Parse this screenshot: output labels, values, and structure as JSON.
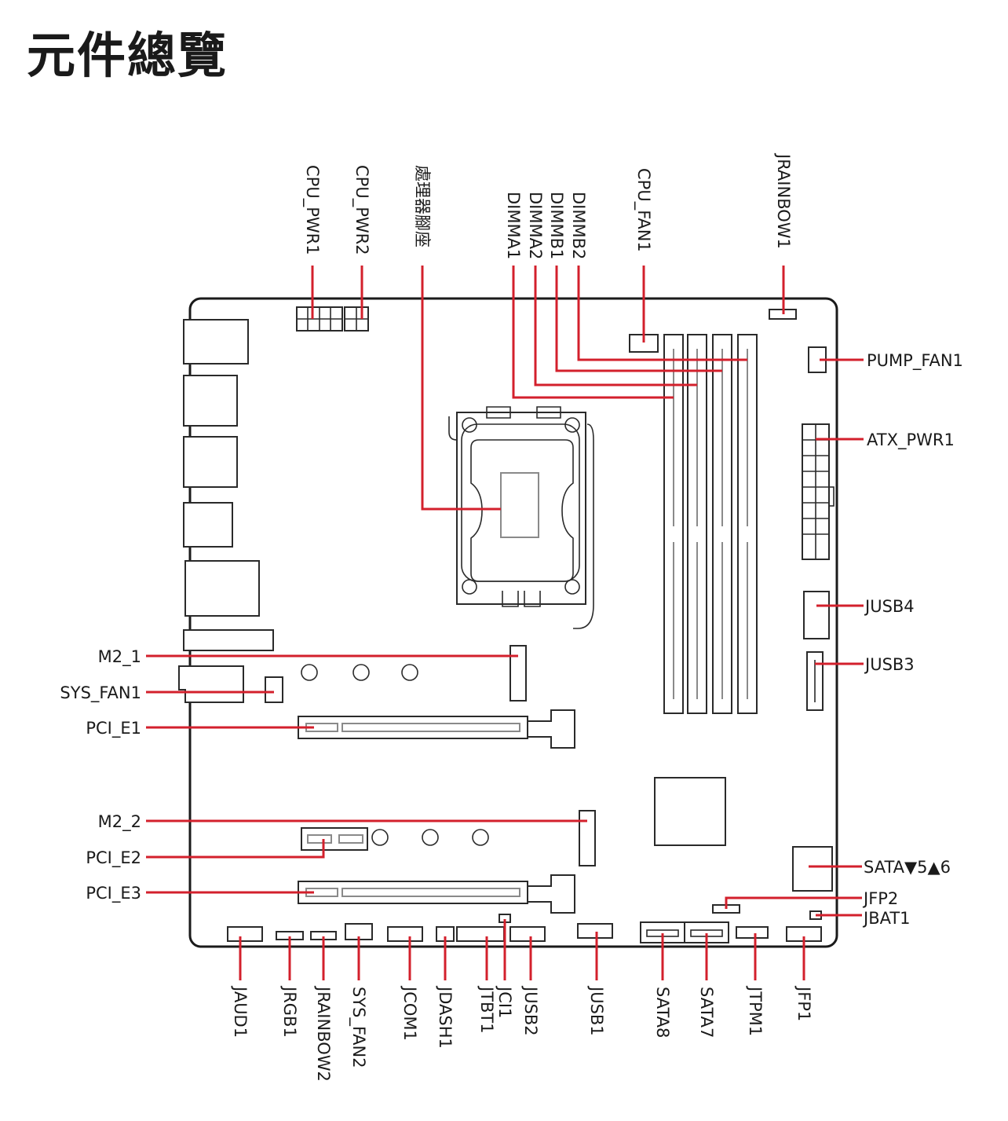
{
  "title": "元件總覽",
  "colors": {
    "leader": "#d3202c",
    "outline": "#2a2a2a",
    "text": "#1a1a1a"
  },
  "labels": {
    "cpu_pwr1": "CPU_PWR1",
    "cpu_pwr2": "CPU_PWR2",
    "cpu_socket": "處理器腳座",
    "dimma1": "DIMMA1",
    "dimma2": "DIMMA2",
    "dimmb1": "DIMMB1",
    "dimmb2": "DIMMB2",
    "cpu_fan1": "CPU_FAN1",
    "jrainbow1": "JRAINBOW1",
    "pump_fan1": "PUMP_FAN1",
    "atx_pwr1": "ATX_PWR1",
    "jusb4": "JUSB4",
    "jusb3": "JUSB3",
    "m2_1": "M2_1",
    "sys_fan1": "SYS_FAN1",
    "pci_e1": "PCI_E1",
    "m2_2": "M2_2",
    "pci_e2": "PCI_E2",
    "pci_e3": "PCI_E3",
    "sata56": "SATA▼5▲6",
    "jfp2": "JFP2",
    "jbat1": "JBAT1",
    "jaud1": "JAUD1",
    "jrgb1": "JRGB1",
    "jrainbow2": "JRAINBOW2",
    "sys_fan2": "SYS_FAN2",
    "jcom1": "JCOM1",
    "jdash1": "JDASH1",
    "jtbt1": "JTBT1",
    "jci1": "JCI1",
    "jusb2": "JUSB2",
    "jusb1": "JUSB1",
    "sata8": "SATA8",
    "sata7": "SATA7",
    "jtpm1": "JTPM1",
    "jfp1": "JFP1"
  }
}
